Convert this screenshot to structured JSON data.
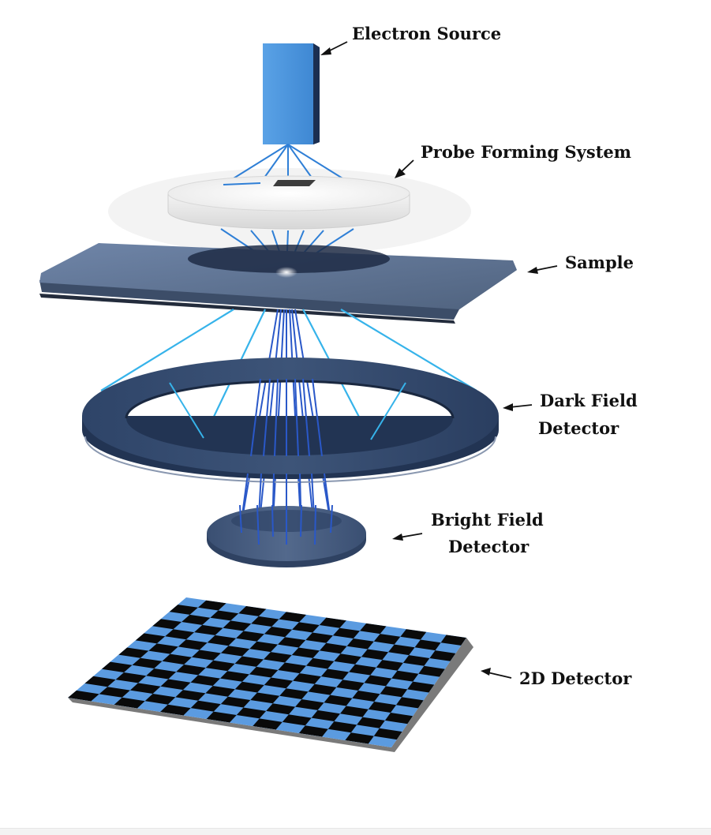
{
  "labels": {
    "electron_source": "Electron Source",
    "probe_forming_system": "Probe Forming System",
    "sample": "Sample",
    "dark_field_line1": "Dark Field",
    "dark_field_line2": "Detector",
    "bright_field_line1": "Bright Field",
    "bright_field_line2": "Detector",
    "detector_2d": "2D Detector"
  },
  "colors": {
    "source_blue": "#4a90d9",
    "beam_blue": "#3a7fd0",
    "scatter_blue": "#36b3ea",
    "sample_slate": "#5a6e8f",
    "ring_navy": "#2a3e60",
    "checker_blue": "#5b9be0",
    "checker_black": "#0a0a0a"
  }
}
